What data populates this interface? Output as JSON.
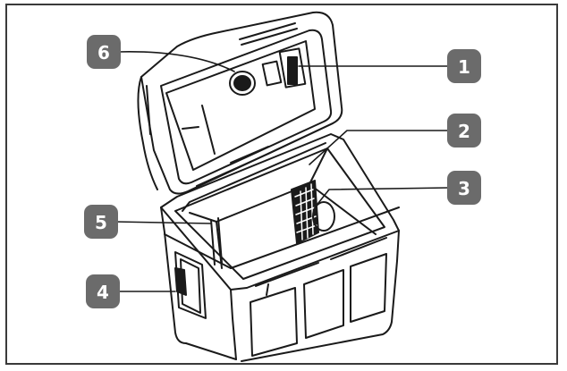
{
  "callouts": [
    {
      "id": "c1",
      "label": "1"
    },
    {
      "id": "c2",
      "label": "2"
    },
    {
      "id": "c3",
      "label": "3"
    },
    {
      "id": "c4",
      "label": "4"
    },
    {
      "id": "c5",
      "label": "5"
    },
    {
      "id": "c6",
      "label": "6"
    }
  ],
  "colors": {
    "badge_fill": "#6b6b6b",
    "line": "#1a1a1a",
    "frame": "#3a3a3a"
  }
}
